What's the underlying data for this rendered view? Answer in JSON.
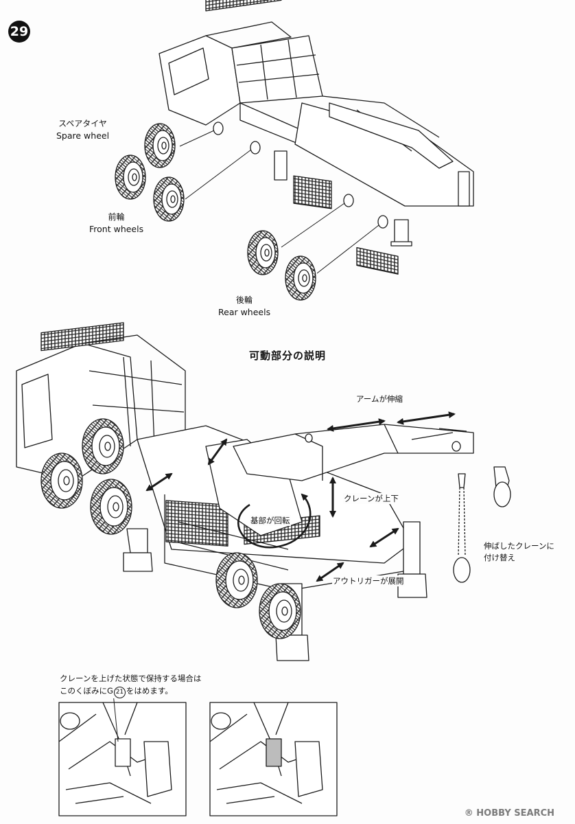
{
  "step_number": "29",
  "wheels": {
    "spare_jp": "スペアタイヤ",
    "spare_en": "Spare wheel",
    "front_jp": "前輪",
    "front_en": "Front wheels",
    "rear_jp": "後輪",
    "rear_en": "Rear wheels"
  },
  "movable_section": {
    "heading": "可動部分の説明",
    "arm_extends": "アームが伸縮",
    "crane_up_down": "クレーンが上下",
    "base_rotates": "基部が回転",
    "outrigger_deploys": "アウトリガーが展開",
    "swap_hook_line1": "伸ばしたクレーンに",
    "swap_hook_line2": "付け替え"
  },
  "note": {
    "line1": "クレーンを上げた状態で保持する場合は",
    "line2_pre": "このくぼみにG",
    "line2_part": "21",
    "line2_post": "をはめます。"
  },
  "watermark": {
    "brand": "HOBBY SEARCH",
    "registered": "®"
  }
}
